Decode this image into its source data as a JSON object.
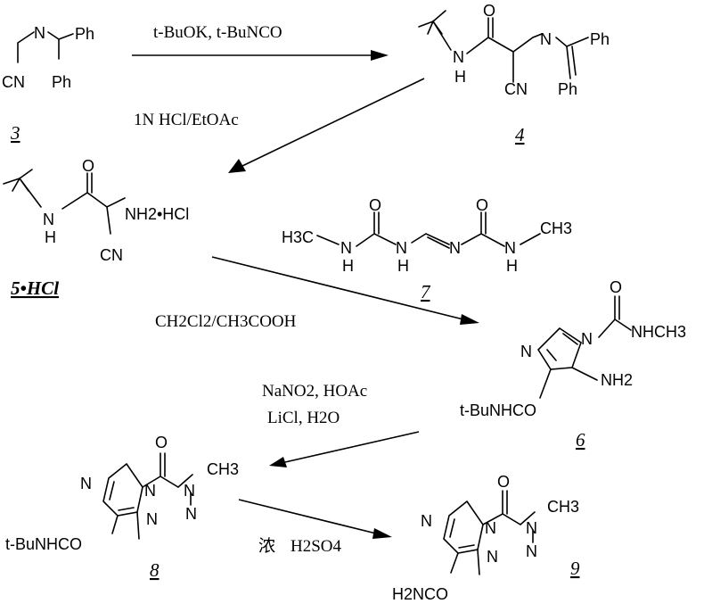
{
  "compounds": {
    "c3": {
      "number": "3",
      "N": "N",
      "Ph1": "Ph",
      "Ph2": "Ph",
      "CN": "CN"
    },
    "c4": {
      "number": "4",
      "O": "O",
      "NH": "N",
      "H": "H",
      "N": "N",
      "Ph1": "Ph",
      "Ph2": "Ph",
      "CN": "CN"
    },
    "c5": {
      "number": "5•HCl",
      "O": "O",
      "NH": "N",
      "H": "H",
      "NH2HCl": "NH2•HCl",
      "CN": "CN"
    },
    "c7": {
      "number": "7",
      "H3C": "H3C",
      "N1": "N",
      "H1": "H",
      "O1": "O",
      "N2": "N",
      "H2": "H",
      "N3": "N",
      "O2": "O",
      "N4": "N",
      "H4": "H",
      "CH3": "CH3"
    },
    "c6": {
      "number": "6",
      "O": "O",
      "NHCH3": "NHCH3",
      "N1": "N",
      "N2": "N",
      "NH2": "NH2",
      "tBu": "t-BuNHCO"
    },
    "c8": {
      "number": "8",
      "O": "O",
      "N1": "N",
      "N2": "N",
      "CH3": "CH3",
      "N3": "N",
      "N4": "N",
      "N5": "N",
      "tBu": "t-BuNHCO"
    },
    "c9": {
      "number": "9",
      "O": "O",
      "N1": "N",
      "N2": "N",
      "CH3": "CH3",
      "N3": "N",
      "N4": "N",
      "N5": "N",
      "amide": "H2NCO"
    }
  },
  "reagents": {
    "step1": "t-BuOK, t-BuNCO",
    "step2": "1N HCl/EtOAc",
    "step3": "CH2Cl2/CH3COOH",
    "step4_line1": "NaNO2, HOAc",
    "step4_line2": "LiCl, H2O",
    "step5_char": "浓",
    "step5_acid": "H2SO4"
  }
}
